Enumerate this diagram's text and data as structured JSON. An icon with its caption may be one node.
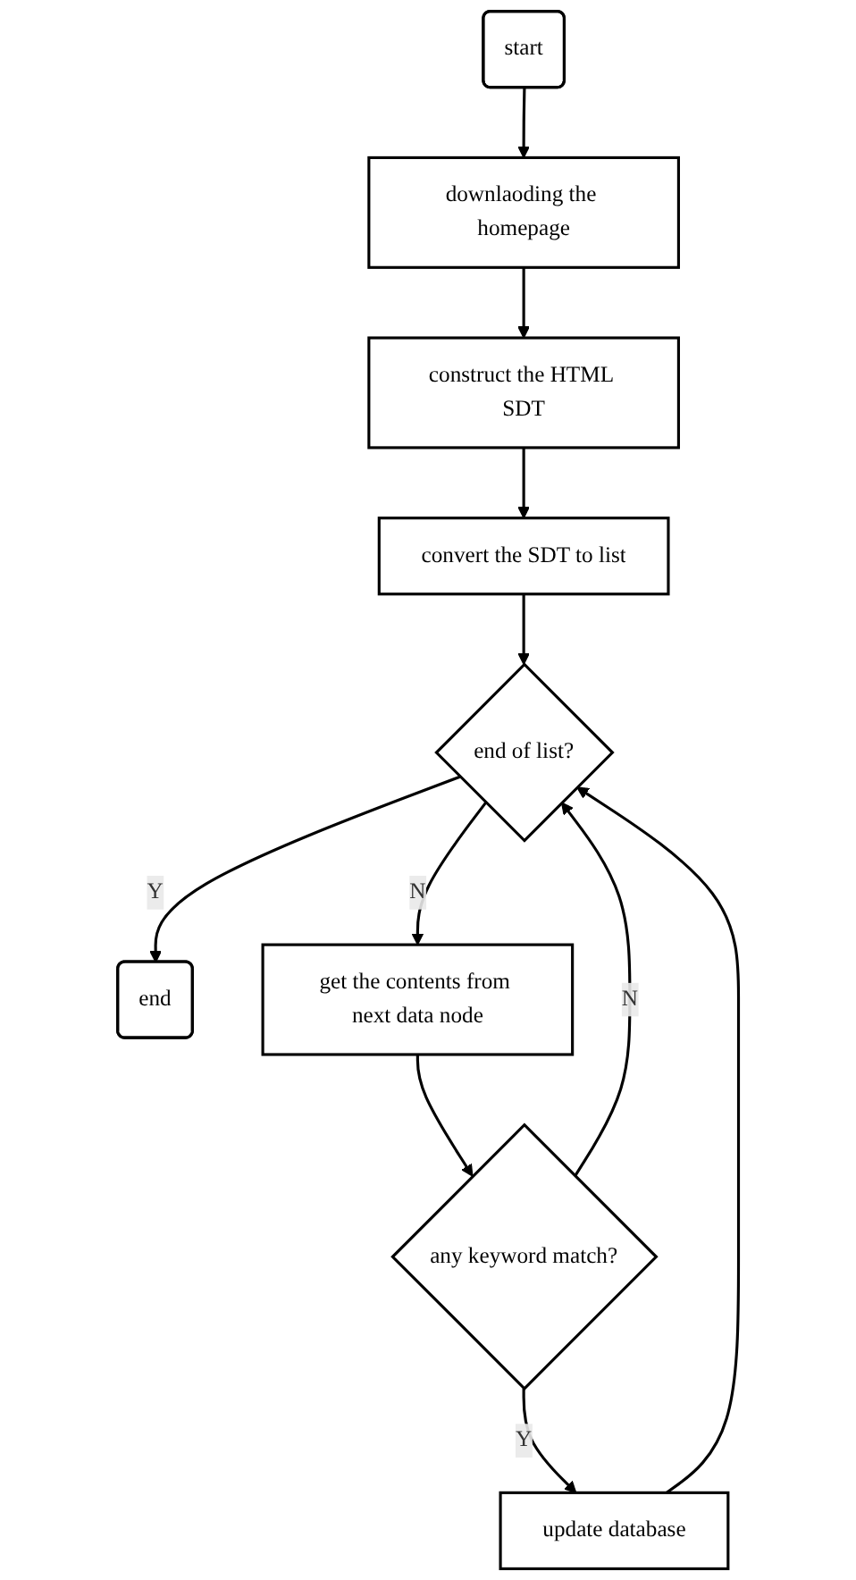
{
  "diagram": {
    "nodes": [
      {
        "text": [
          "start"
        ]
      },
      {
        "text": [
          "downlaoding the homepage"
        ]
      },
      {
        "text": [
          "construct the HTML SDT"
        ]
      },
      {
        "text": [
          "convert the SDT to list"
        ]
      },
      {
        "text": [
          "end of list?"
        ]
      },
      {
        "text": [
          "end"
        ]
      },
      {
        "text": [
          "get the contents from next data node"
        ]
      },
      {
        "text": [
          "any keyword match?"
        ]
      },
      {
        "text": [
          "update database"
        ]
      }
    ],
    "edges": [
      {
        "from": 0,
        "to": 1,
        "arrow": "to"
      },
      {
        "from": 1,
        "to": 2,
        "arrow": "to"
      },
      {
        "from": 2,
        "to": 3,
        "arrow": "to"
      },
      {
        "from": 3,
        "to": 4,
        "arrow": "to"
      },
      {
        "from": 4,
        "to": 5,
        "arrow": "to",
        "label": "Y"
      },
      {
        "from": 4,
        "to": 6,
        "arrow": "to",
        "label": "N"
      },
      {
        "from": 6,
        "to": 7,
        "arrow": "to"
      },
      {
        "from": 7,
        "to": 8,
        "arrow": "to",
        "label": "Y"
      },
      {
        "from": 7,
        "to": 4,
        "arrow": "to",
        "label": "N"
      },
      {
        "from": 8,
        "to": 4,
        "arrow": "to"
      }
    ]
  }
}
